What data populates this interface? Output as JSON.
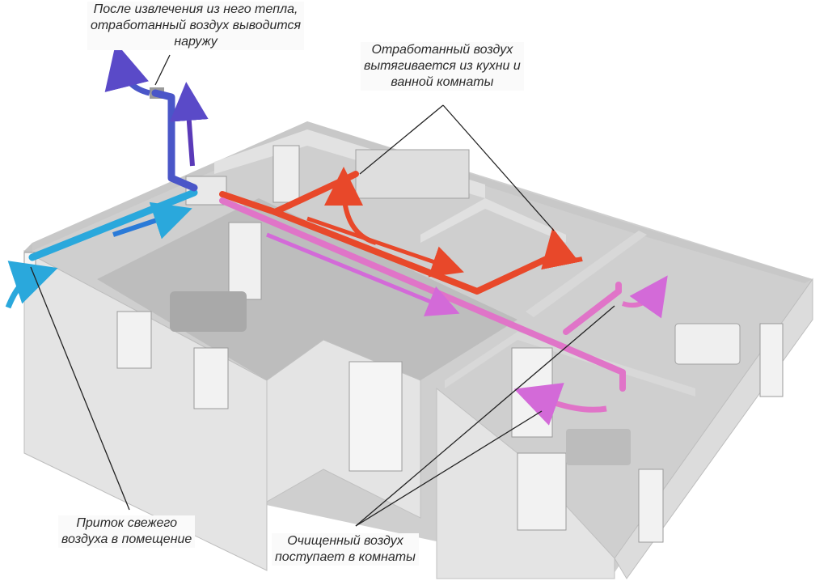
{
  "labels": {
    "exhaust_outside": [
      "После извлечения из него тепла,",
      "отработанный воздух выводится",
      "наружу"
    ],
    "exhaust_rooms": [
      "Отработанный воздух",
      "вытягивается из кухни и",
      "ванной комнаты"
    ],
    "fresh_intake": [
      "Приток свежего",
      "воздуха в помещение"
    ],
    "supply_rooms": [
      "Очищенный воздух",
      "поступает в комнаты"
    ]
  },
  "colors": {
    "fresh_air": "#2aa8dc",
    "outgoing_air": "#4a56c8",
    "exhaust_air": "#e8482a",
    "supply_air": "#e074c8",
    "wall": "#e4e4e4",
    "floor": "#cfcfcf"
  }
}
